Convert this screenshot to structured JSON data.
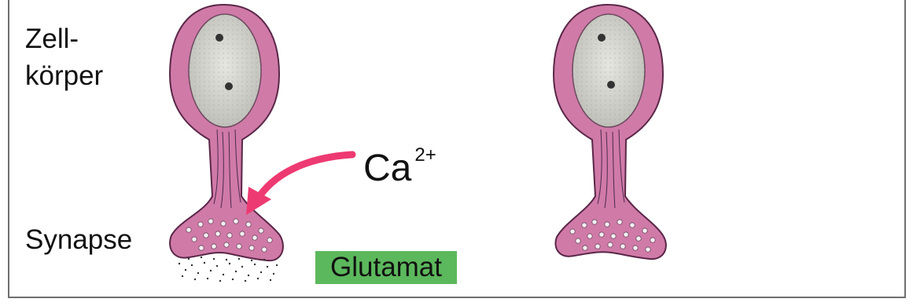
{
  "labels": {
    "zell": "Zell-",
    "koerper": "körper",
    "synapse": "Synapse",
    "ion": "Ca",
    "ion_charge": "2+",
    "transmitter": "Glutamat"
  },
  "colors": {
    "membrane": "#d07aa8",
    "nucleus": "#d3d3cd",
    "arrow": "#ee3a72",
    "transmitter_box": "#5cb85c"
  }
}
